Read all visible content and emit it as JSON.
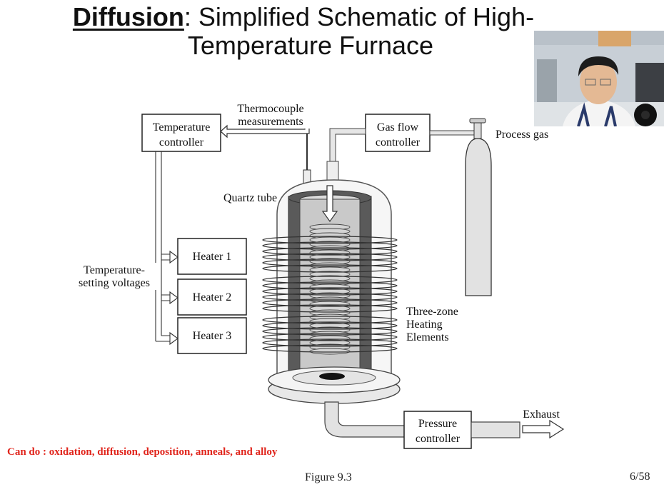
{
  "slide": {
    "title_bold": "Diffusion",
    "title_rest": ": Simplified Schematic of High-",
    "title_line2": "Temperature Furnace",
    "figure_caption": "Figure 9.3",
    "page_number": "6/58",
    "note": "Can do : oxidation, diffusion, deposition, anneals, and alloy"
  },
  "diagram": {
    "temperature_controller": [
      "Temperature",
      "controller"
    ],
    "thermocouple": [
      "Thermocouple",
      "measurements"
    ],
    "gas_flow_controller": [
      "Gas flow",
      "controller"
    ],
    "process_gas": "Process gas",
    "quartz_tube": "Quartz tube",
    "heater1": "Heater 1",
    "heater2": "Heater 2",
    "heater3": "Heater 3",
    "temp_setting": [
      "Temperature-",
      "setting voltages"
    ],
    "three_zone": [
      "Three-zone",
      "Heating",
      "Elements"
    ],
    "pressure_controller": [
      "Pressure",
      "controller"
    ],
    "exhaust": "Exhaust"
  },
  "colors": {
    "note_red": "#e0241b",
    "tube_dark": "#555555",
    "wafer_gray": "#d4d4d4"
  }
}
